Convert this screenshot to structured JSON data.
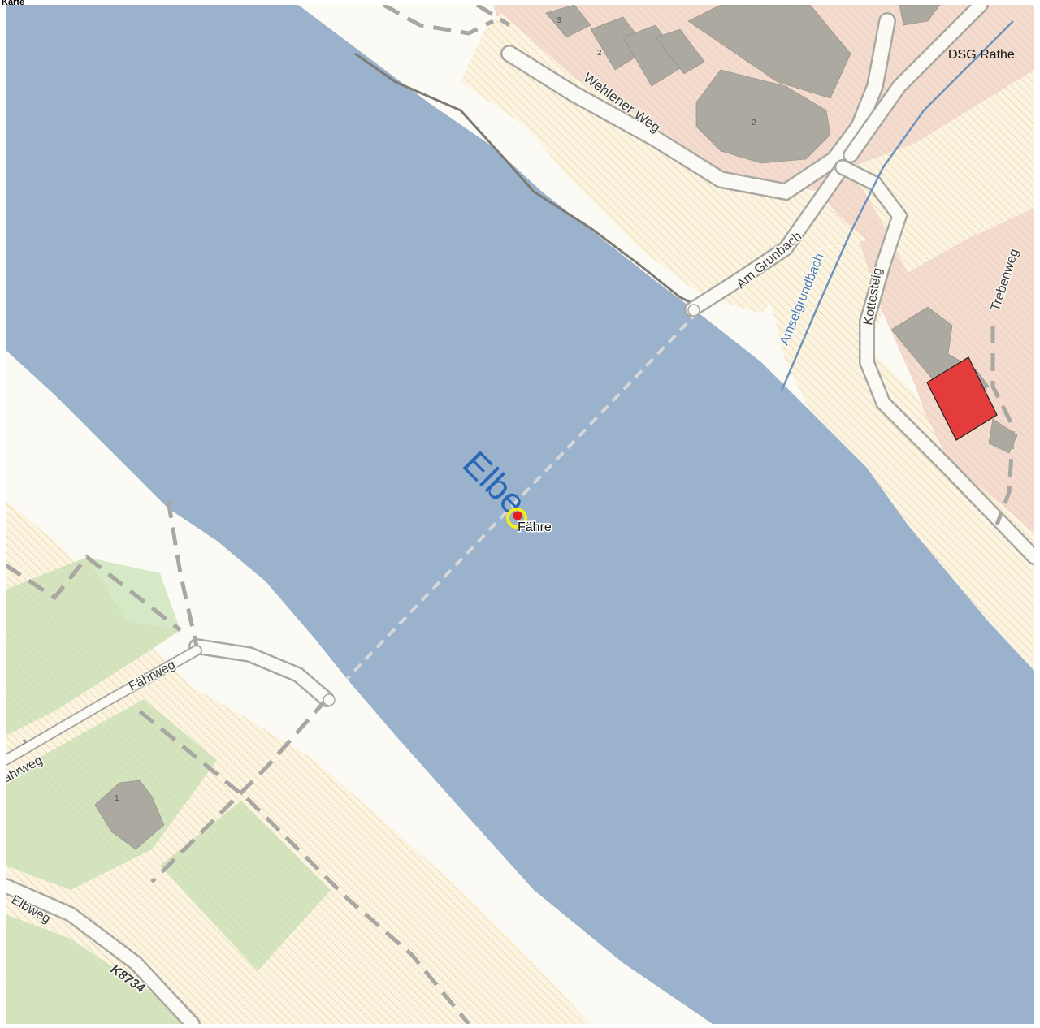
{
  "title": "Karte",
  "map": {
    "river_name": "Elbe",
    "marker_label": "Fähre",
    "poi_label": "DSG Rathe",
    "streets": {
      "wehlener_weg": "Wehlener Weg",
      "am_grunbach": "Am Grunbach",
      "amselgrundbach": "Amselgrundbach",
      "kottesteig": "Kottesteig",
      "trebenweg": "Trebenweg",
      "faehrweg": "Fährweg",
      "faehrweg_2": "ährweg",
      "elbweg": "Elbweg",
      "k8734": "K8734"
    },
    "building_numbers": {
      "n1": "3",
      "n2": "2",
      "n3": "2",
      "n4": "2",
      "n5": "1"
    },
    "colors": {
      "water": "#9ab2cc",
      "land": "#fbfaf4",
      "residential": "#f3dccf",
      "vineyard_hatch": "#e8c980",
      "meadow": "#d3e5c0",
      "building": "#a9a7a0",
      "highlight_building": "#e03a3a",
      "river_label": "#2a68b6",
      "stream": "#6f93bd",
      "marker_ring": "#f2ee1e",
      "marker_dot": "#e61e1e"
    }
  }
}
